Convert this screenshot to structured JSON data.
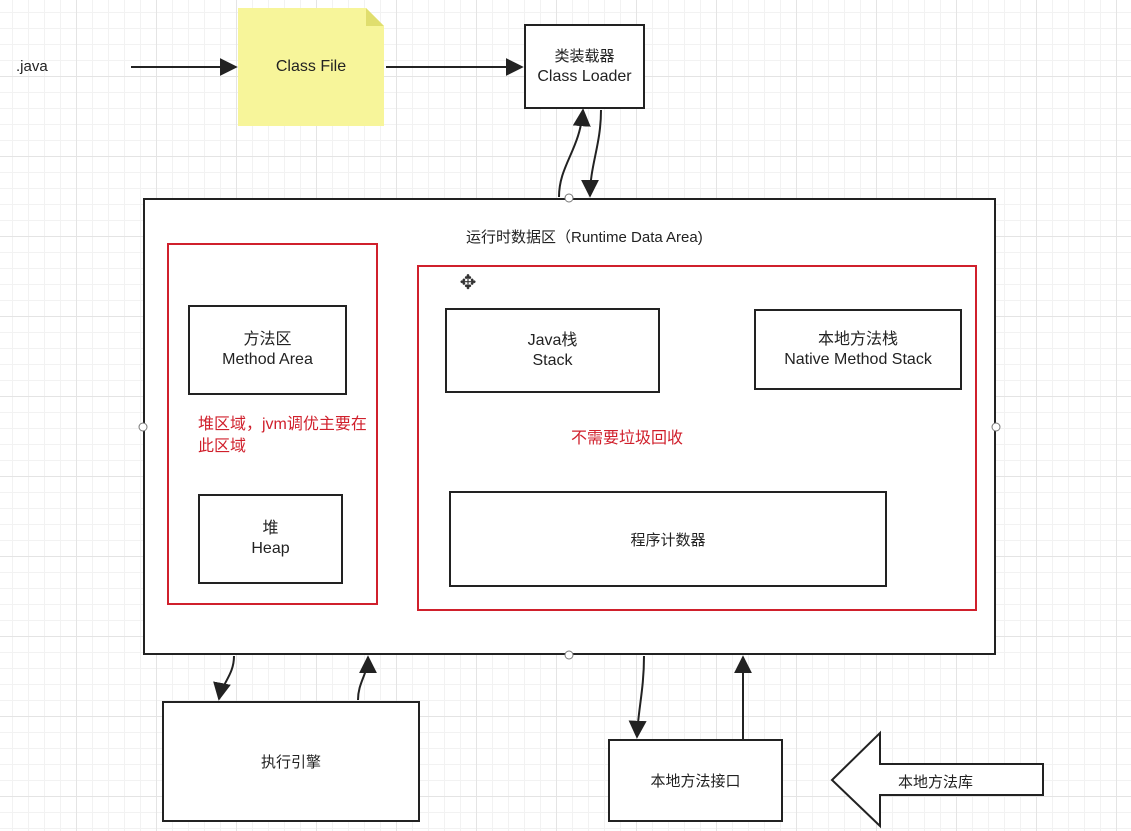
{
  "source_label": ".java",
  "class_file": "Class File",
  "class_loader": {
    "cn": "类装载器",
    "en": "Class Loader"
  },
  "runtime_area": {
    "title": "运行时数据区（Runtime Data Area)",
    "heap_region_note": "堆区域，jvm调优主要在此区域",
    "no_gc_note": "不需要垃圾回收",
    "method_area": {
      "cn": "方法区",
      "en": "Method Area"
    },
    "heap": {
      "cn": "堆",
      "en": "Heap"
    },
    "java_stack": {
      "cn": "Java栈",
      "en": "Stack"
    },
    "native_stack": {
      "cn": "本地方法栈",
      "en": "Native Method Stack"
    },
    "pc_register": "程序计数器"
  },
  "execution_engine": "执行引擎",
  "native_interface": "本地方法接口",
  "native_library": "本地方法库",
  "colors": {
    "line": "#222222",
    "note_fill": "#f7f59a",
    "note_fold": "#e0de6e",
    "region_red": "#d0202c"
  }
}
